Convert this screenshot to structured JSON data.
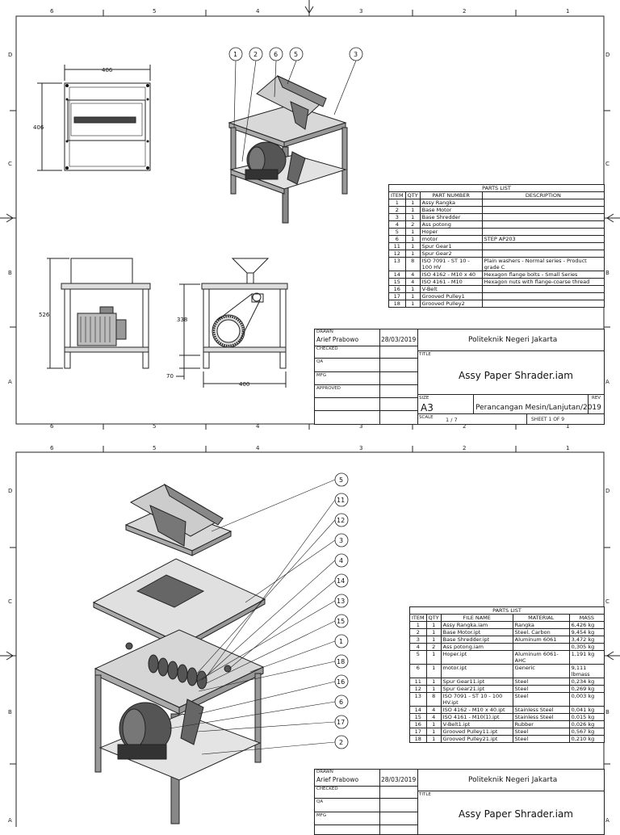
{
  "sheet1": {
    "zone_cols": [
      "6",
      "5",
      "4",
      "3",
      "2",
      "1"
    ],
    "zone_rows": [
      "D",
      "C",
      "B",
      "A"
    ],
    "dims": {
      "top_width": "406",
      "top_height": "406",
      "front_height": "526",
      "side_height": "338",
      "side_base": "70",
      "side_width": "400"
    },
    "balloons": [
      "1",
      "2",
      "6",
      "5",
      "3"
    ],
    "parts_list": {
      "caption": "PARTS LIST",
      "headers": [
        "ITEM",
        "QTY",
        "PART NUMBER",
        "DESCRIPTION"
      ],
      "rows": [
        [
          "1",
          "1",
          "Assy Rangka",
          ""
        ],
        [
          "2",
          "1",
          "Base Motor",
          ""
        ],
        [
          "3",
          "1",
          "Base Shredder",
          ""
        ],
        [
          "4",
          "2",
          "Ass potong",
          ""
        ],
        [
          "5",
          "1",
          "Hoper",
          ""
        ],
        [
          "6",
          "1",
          "motor",
          "STEP AP203"
        ],
        [
          "11",
          "1",
          "Spur Gear1",
          ""
        ],
        [
          "12",
          "1",
          "Spur Gear2",
          ""
        ],
        [
          "13",
          "8",
          "ISO 7091 - ST 10 - 100 HV",
          "Plain washers - Normal series - Product grade C"
        ],
        [
          "14",
          "4",
          "ISO 4162 - M10 x 40",
          "Hexagon flange bolts - Small Series"
        ],
        [
          "15",
          "4",
          "ISO 4161 - M10",
          "Hexagon nuts with flange-coarse thread"
        ],
        [
          "16",
          "1",
          "V-Belt",
          ""
        ],
        [
          "17",
          "1",
          "Grooved Pulley1",
          ""
        ],
        [
          "18",
          "1",
          "Grooved Pulley2",
          ""
        ]
      ]
    },
    "title_block": {
      "drawn_label": "DRAWN",
      "drawn_by": "Arief Prabowo",
      "date": "28/03/2019",
      "checked_label": "CHECKED",
      "qa_label": "QA",
      "mfg_label": "MFG",
      "approved_label": "APPROVED",
      "company": "Politeknik Negeri Jakarta",
      "title_label": "TITLE",
      "title": "Assy Paper Shrader.iam",
      "size_label": "SIZE",
      "size": "A3",
      "dwg": "Perancangan Mesin/Lanjutan/2019",
      "rev_label": "REV",
      "scale_label": "SCALE",
      "scale": "1 / 7",
      "sheet": "SHEET 1  OF 9"
    }
  },
  "sheet2": {
    "zone_cols": [
      "6",
      "5",
      "4",
      "3",
      "2",
      "1"
    ],
    "zone_rows": [
      "D",
      "C",
      "B",
      "A"
    ],
    "balloons": [
      "5",
      "11",
      "12",
      "3",
      "4",
      "14",
      "13",
      "15",
      "1",
      "18",
      "16",
      "6",
      "17",
      "2"
    ],
    "parts_list": {
      "caption": "PARTS LIST",
      "headers": [
        "ITEM",
        "QTY",
        "FILE NAME",
        "MATERIAL",
        "MASS"
      ],
      "rows": [
        [
          "1",
          "1",
          "Assy Rangka.iam",
          "Rangka",
          "6,426 kg"
        ],
        [
          "2",
          "1",
          "Base Motor.ipt",
          "Steel, Carbon",
          "9,454 kg"
        ],
        [
          "3",
          "1",
          "Base Shredder.ipt",
          "Aluminum 6061",
          "3,472 kg"
        ],
        [
          "4",
          "2",
          "Ass potong.iam",
          "",
          "0,305 kg"
        ],
        [
          "5",
          "1",
          "Hoper.ipt",
          "Aluminum 6061-AHC",
          "1,191 kg"
        ],
        [
          "6",
          "1",
          "motor.ipt",
          "Generic",
          "9,111 lbmass"
        ],
        [
          "11",
          "1",
          "Spur Gear11.ipt",
          "Steel",
          "0,234 kg"
        ],
        [
          "12",
          "1",
          "Spur Gear21.ipt",
          "Steel",
          "0,269 kg"
        ],
        [
          "13",
          "8",
          "ISO 7091 - ST 10 - 100 HV.ipt",
          "Steel",
          "0,003 kg"
        ],
        [
          "14",
          "4",
          "ISO 4162 - M10 x 40.ipt",
          "Stainless Steel",
          "0,041 kg"
        ],
        [
          "15",
          "4",
          "ISO 4161 - M10(1).ipt",
          "Stainless Steel",
          "0,015 kg"
        ],
        [
          "16",
          "1",
          "V-Belt1.ipt",
          "Rubber",
          "0,026 kg"
        ],
        [
          "17",
          "1",
          "Grooved Pulley11.ipt",
          "Steel",
          "0,567 kg"
        ],
        [
          "18",
          "1",
          "Grooved Pulley21.ipt",
          "Steel",
          "0,210 kg"
        ]
      ]
    },
    "title_block": {
      "drawn_label": "DRAWN",
      "drawn_by": "Arief Prabowo",
      "date": "28/03/2019",
      "checked_label": "CHECKED",
      "qa_label": "QA",
      "mfg_label": "MFG",
      "company": "Politeknik Negeri Jakarta",
      "title_label": "TITLE",
      "title": "Assy Paper Shrader.iam"
    }
  }
}
